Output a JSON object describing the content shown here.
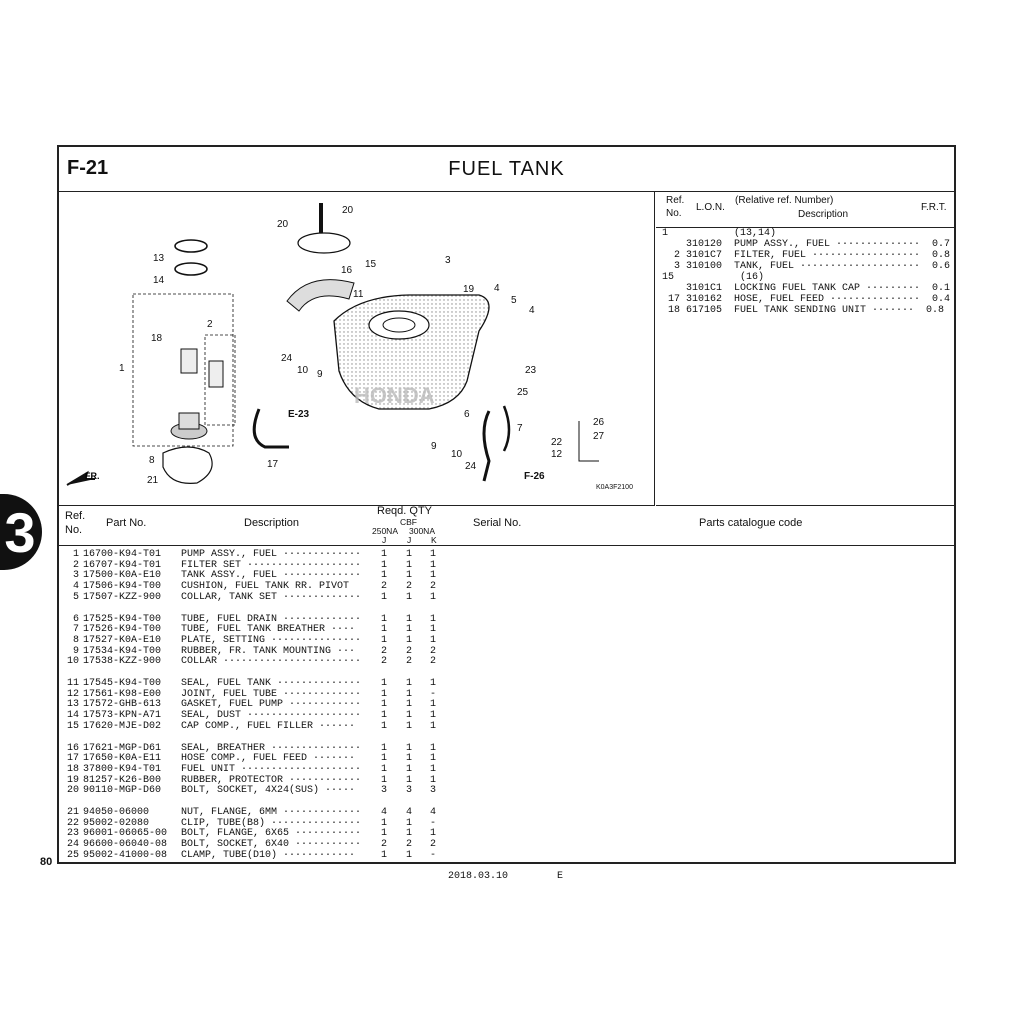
{
  "header": {
    "section_code": "F-21",
    "title": "FUEL  TANK"
  },
  "diagram": {
    "callouts": [
      "1",
      "2",
      "3",
      "4",
      "4",
      "5",
      "6",
      "7",
      "8",
      "9",
      "9",
      "10",
      "10",
      "11",
      "12",
      "13",
      "14",
      "15",
      "16",
      "17",
      "18",
      "19",
      "20",
      "20",
      "21",
      "22",
      "23",
      "24",
      "24",
      "25",
      "26",
      "27"
    ],
    "refs": [
      "E-23",
      "F-26"
    ],
    "front_label": "FR.",
    "watermark": "HONDA",
    "drawing_code": "K0A3F2100"
  },
  "relative_ref": {
    "headers": {
      "ref": "Ref.",
      "no": "No.",
      "lon": "L.O.N.",
      "rel": "(Relative ref. Number)",
      "desc": "Description",
      "frt": "F.R.T."
    },
    "rows": [
      "1           (13,14)",
      "    310120  PUMP ASSY., FUEL ··············  0.7",
      "  2 3101C7  FILTER, FUEL ··················  0.8",
      "  3 310100  TANK, FUEL ····················  0.6",
      "15           (16)",
      "    3101C1  LOCKING FUEL TANK CAP ·········  0.1",
      " 17 310162  HOSE, FUEL FEED ···············  0.4",
      " 18 617105  FUEL TANK SENDING UNIT ·······  0.8"
    ]
  },
  "parts_table": {
    "headers": {
      "ref": "Ref.",
      "no": "No.",
      "part_no": "Part No.",
      "description": "Description",
      "reqd_qty": "Reqd. QTY",
      "cbf": "CBF",
      "m250": "250NA",
      "m300": "300NA",
      "col_j1": "J",
      "col_j2": "J",
      "col_k": "K",
      "serial": "Serial No.",
      "catalogue": "Parts catalogue code"
    },
    "rows": [
      {
        "ref": "1",
        "part": "16700-K94-T01",
        "desc": "PUMP ASSY., FUEL ·············",
        "q1": "1",
        "q2": "1",
        "q3": "1"
      },
      {
        "ref": "2",
        "part": "16707-K94-T01",
        "desc": "FILTER SET ···················",
        "q1": "1",
        "q2": "1",
        "q3": "1"
      },
      {
        "ref": "3",
        "part": "17500-K0A-E10",
        "desc": "TANK ASSY., FUEL ·············",
        "q1": "1",
        "q2": "1",
        "q3": "1"
      },
      {
        "ref": "4",
        "part": "17506-K94-T00",
        "desc": "CUSHION, FUEL TANK RR. PIVOT",
        "q1": "2",
        "q2": "2",
        "q3": "2"
      },
      {
        "ref": "5",
        "part": "17507-KZZ-900",
        "desc": "COLLAR, TANK SET ·············",
        "q1": "1",
        "q2": "1",
        "q3": "1"
      },
      {
        "ref": "6",
        "part": "17525-K94-T00",
        "desc": "TUBE, FUEL DRAIN ·············",
        "q1": "1",
        "q2": "1",
        "q3": "1"
      },
      {
        "ref": "7",
        "part": "17526-K94-T00",
        "desc": "TUBE, FUEL TANK BREATHER ····",
        "q1": "1",
        "q2": "1",
        "q3": "1"
      },
      {
        "ref": "8",
        "part": "17527-K0A-E10",
        "desc": "PLATE, SETTING ···············",
        "q1": "1",
        "q2": "1",
        "q3": "1"
      },
      {
        "ref": "9",
        "part": "17534-K94-T00",
        "desc": "RUBBER, FR. TANK MOUNTING ···",
        "q1": "2",
        "q2": "2",
        "q3": "2"
      },
      {
        "ref": "10",
        "part": "17538-KZZ-900",
        "desc": "COLLAR ·······················",
        "q1": "2",
        "q2": "2",
        "q3": "2"
      },
      {
        "ref": "11",
        "part": "17545-K94-T00",
        "desc": "SEAL, FUEL TANK ··············",
        "q1": "1",
        "q2": "1",
        "q3": "1"
      },
      {
        "ref": "12",
        "part": "17561-K98-E00",
        "desc": "JOINT, FUEL TUBE ·············",
        "q1": "1",
        "q2": "1",
        "q3": "-"
      },
      {
        "ref": "13",
        "part": "17572-GHB-613",
        "desc": "GASKET, FUEL PUMP ············",
        "q1": "1",
        "q2": "1",
        "q3": "1"
      },
      {
        "ref": "14",
        "part": "17573-KPN-A71",
        "desc": "SEAL, DUST ···················",
        "q1": "1",
        "q2": "1",
        "q3": "1"
      },
      {
        "ref": "15",
        "part": "17620-MJE-D02",
        "desc": "CAP COMP., FUEL FILLER ······",
        "q1": "1",
        "q2": "1",
        "q3": "1"
      },
      {
        "ref": "16",
        "part": "17621-MGP-D61",
        "desc": "SEAL, BREATHER ···············",
        "q1": "1",
        "q2": "1",
        "q3": "1"
      },
      {
        "ref": "17",
        "part": "17650-K0A-E11",
        "desc": "HOSE COMP., FUEL FEED ·······",
        "q1": "1",
        "q2": "1",
        "q3": "1"
      },
      {
        "ref": "18",
        "part": "37800-K94-T01",
        "desc": "FUEL UNIT ····················",
        "q1": "1",
        "q2": "1",
        "q3": "1"
      },
      {
        "ref": "19",
        "part": "81257-K26-B00",
        "desc": "RUBBER, PROTECTOR ············",
        "q1": "1",
        "q2": "1",
        "q3": "1"
      },
      {
        "ref": "20",
        "part": "90110-MGP-D60",
        "desc": "BOLT, SOCKET, 4X24(SUS) ·····",
        "q1": "3",
        "q2": "3",
        "q3": "3"
      },
      {
        "ref": "21",
        "part": "94050-06000",
        "desc": "NUT, FLANGE, 6MM ·············",
        "q1": "4",
        "q2": "4",
        "q3": "4"
      },
      {
        "ref": "22",
        "part": "95002-02080",
        "desc": "CLIP, TUBE(B8) ···············",
        "q1": "1",
        "q2": "1",
        "q3": "-"
      },
      {
        "ref": "23",
        "part": "96001-06065-00",
        "desc": "BOLT, FLANGE, 6X65 ···········",
        "q1": "1",
        "q2": "1",
        "q3": "1"
      },
      {
        "ref": "24",
        "part": "96600-06040-08",
        "desc": "BOLT, SOCKET, 6X40 ···········",
        "q1": "2",
        "q2": "2",
        "q3": "2"
      },
      {
        "ref": "25",
        "part": "95002-41000-08",
        "desc": "CLAMP, TUBE(D10) ············",
        "q1": "1",
        "q2": "1",
        "q3": "-"
      }
    ]
  },
  "side": {
    "chapter": "3",
    "page": "80"
  },
  "footer": {
    "date": "2018.03.10",
    "edition": "E"
  }
}
